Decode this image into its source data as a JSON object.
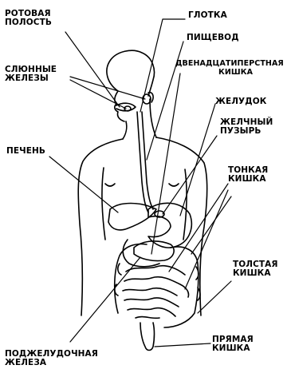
{
  "diagram": {
    "labels": {
      "mouth": [
        "РОТОВАЯ",
        "ПОЛОСТЬ"
      ],
      "salivary": [
        "СЛЮННЫЕ",
        "ЖЕЛЕЗЫ"
      ],
      "liver": [
        "ПЕЧЕНЬ"
      ],
      "pharynx": [
        "ГЛОТКА"
      ],
      "esophagus": [
        "ПИЩЕВОД"
      ],
      "duodenum": [
        "ДВЕНАДЦАТИПЕРСТНАЯ",
        "КИШКА"
      ],
      "stomach": [
        "ЖЕЛУДОК"
      ],
      "gallbladder": [
        "ЖЕЛЧНЫЙ",
        "ПУЗЫРЬ"
      ],
      "small_int": [
        "ТОНКАЯ",
        "КИШКА"
      ],
      "large_int": [
        "ТОЛСТАЯ",
        "КИШКА"
      ],
      "rectum": [
        "ПРЯМАЯ",
        "КИШКА"
      ],
      "pancreas": [
        "ПОДЖЕЛУДОЧНАЯ",
        "ЖЕЛЕЗА"
      ]
    },
    "colors": {
      "ink": "#000000",
      "paper": "#ffffff"
    }
  }
}
